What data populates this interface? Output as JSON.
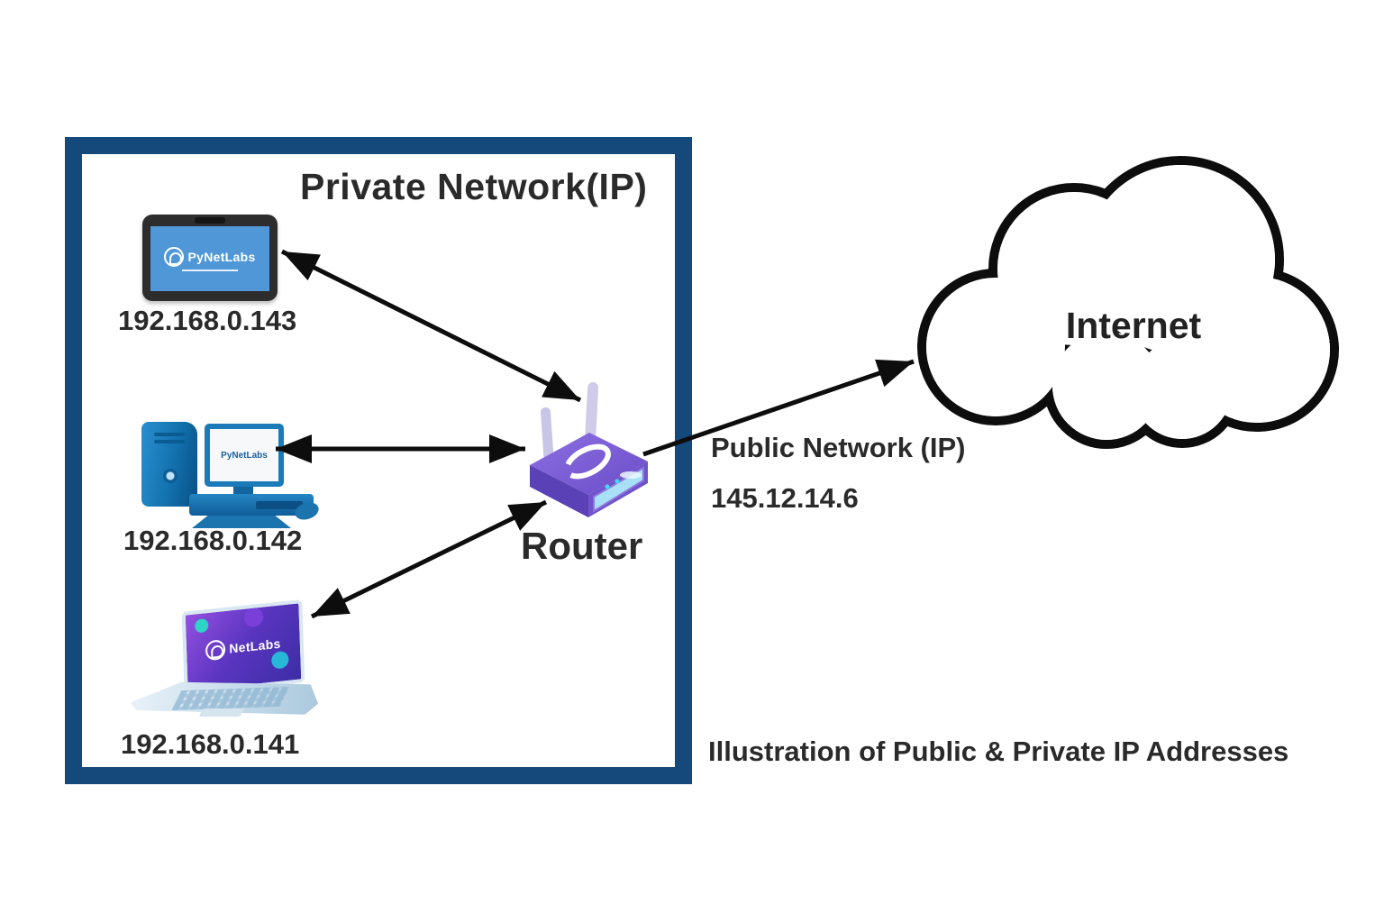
{
  "private_network": {
    "title": "Private Network(IP)",
    "devices": [
      {
        "type": "tablet",
        "ip": "192.168.0.143",
        "logo": "PyNetLabs"
      },
      {
        "type": "desktop",
        "ip": "192.168.0.142",
        "logo": "PyNetLabs"
      },
      {
        "type": "laptop",
        "ip": "192.168.0.141",
        "logo": "NetLabs"
      }
    ],
    "router_label": "Router"
  },
  "public_network": {
    "label": "Public Network (IP)",
    "ip": "145.12.14.6"
  },
  "internet": {
    "label": "Internet"
  },
  "caption": "Illustration of Public & Private IP Addresses",
  "connections": [
    {
      "from": "tablet",
      "to": "router",
      "bidirectional": true
    },
    {
      "from": "desktop",
      "to": "router",
      "bidirectional": true
    },
    {
      "from": "laptop",
      "to": "router",
      "bidirectional": true
    },
    {
      "from": "router",
      "to": "internet",
      "bidirectional": false
    }
  ],
  "colors": {
    "box_border": "#15497b",
    "device_blue": "#1b7ab8",
    "tablet_screen_blue": "#4f97d6",
    "router_purple": "#7257cc",
    "router_panel_blue": "#a8e1f7",
    "laptop_screen_purple": "#5a35c0",
    "arrow_black": "#0d0d0d",
    "text_dark": "#2a2a2a"
  }
}
